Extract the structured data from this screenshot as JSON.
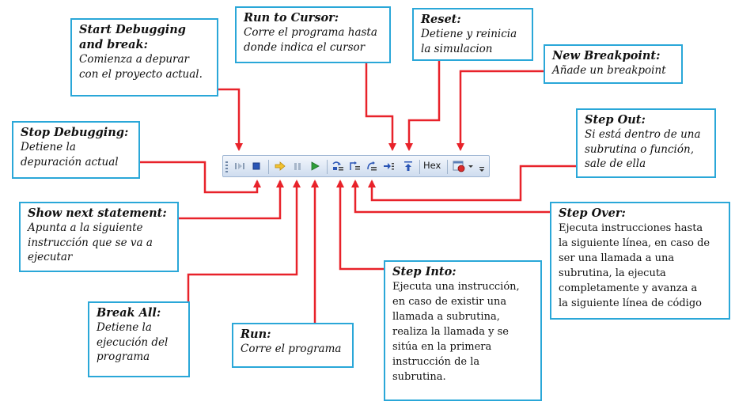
{
  "boxes": {
    "start_debugging": {
      "title": "Start Debugging\nand break:",
      "desc": "Comienza a depurar\ncon el proyecto actual."
    },
    "run_to_cursor": {
      "title": "Run to Cursor:",
      "desc": "Corre el programa hasta\ndonde indica  el cursor"
    },
    "reset": {
      "title": "Reset:",
      "desc": "Detiene y reinicia\nla simulacion"
    },
    "new_breakpoint": {
      "title": "New Breakpoint:",
      "desc": "Añade un breakpoint"
    },
    "step_out": {
      "title": "Step Out:",
      "desc": "Si está dentro de una\nsubrutina o función,\nsale de ella"
    },
    "stop_debugging": {
      "title": "Stop Debugging:",
      "desc": "Detiene la\ndepuración actual"
    },
    "show_next_statement": {
      "title": "Show next statement:",
      "desc": "Apunta a  la siguiente\ninstrucción que se va a\nejecutar"
    },
    "step_over": {
      "title": "Step Over:",
      "desc": "Ejecuta instrucciones hasta\nla siguiente línea,  en caso de\nser una llamada  a una\nsubrutina, la ejecuta\ncompletamente y avanza a\nla siguiente línea de código"
    },
    "step_into": {
      "title": "Step Into:",
      "desc": "Ejecuta una instrucción,\nen caso de existir una\nllamada a subrutina,\nrealiza la llamada y se\nsitúa en la primera\ninstrucción de la\nsubrutina."
    },
    "break_all": {
      "title": "Break All:",
      "desc": "Detiene la\nejecución del\nprograma"
    },
    "run": {
      "title": "Run:",
      "desc": "Corre el programa"
    }
  },
  "toolbar": {
    "hex_label": "Hex",
    "icons": [
      "grip-icon",
      "start-debugging-icon",
      "stop-icon",
      "show-next-statement-icon",
      "break-all-icon",
      "run-icon",
      "step-into-icon",
      "step-over-icon",
      "step-out-icon",
      "run-to-cursor-icon",
      "reset-icon",
      "hex-button",
      "new-breakpoint-icon",
      "dropdown-arrow-icon"
    ]
  },
  "colors": {
    "box_border": "#2aa7d8",
    "arrow": "#e8222a",
    "toolbar_bg": "#dbe6f4"
  }
}
